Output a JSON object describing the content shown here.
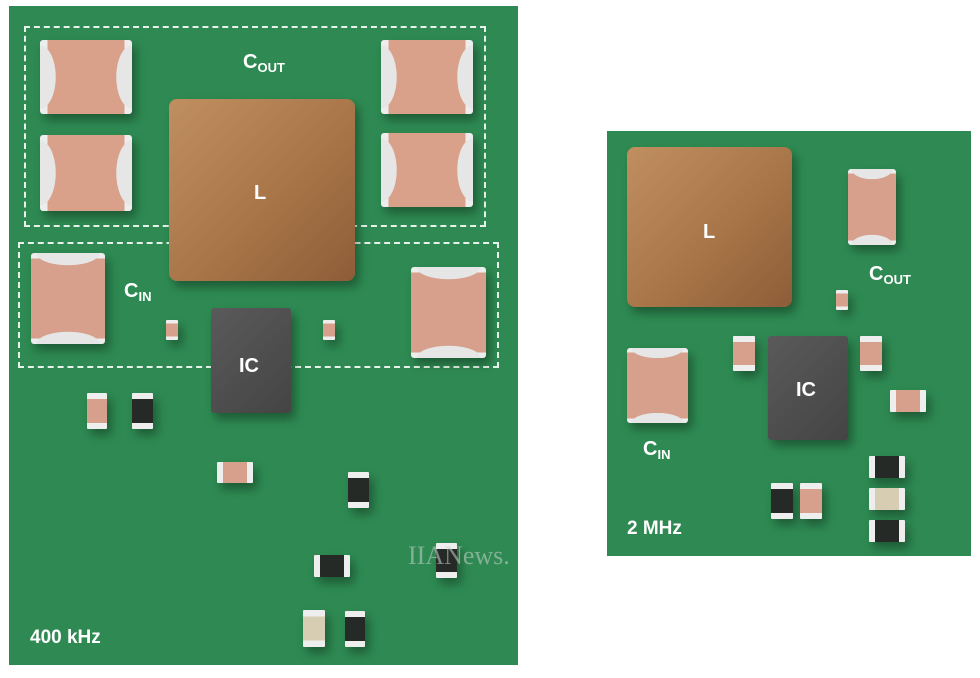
{
  "left_board": {
    "frequency": "400 kHz",
    "labels": {
      "cout_main": "C",
      "cout_sub": "OUT",
      "inductor": "L",
      "cin_main": "C",
      "cin_sub": "IN",
      "ic": "IC"
    }
  },
  "right_board": {
    "frequency": "2 MHz",
    "labels": {
      "cout_main": "C",
      "cout_sub": "OUT",
      "inductor": "L",
      "cin_main": "C",
      "cin_sub": "IN",
      "ic": "IC"
    }
  },
  "watermark": "IIANews.",
  "colors": {
    "pcb": "#2e8a52",
    "inductor": "#a87548",
    "ic": "#4e4e4e",
    "capacitor": "#d6a08c"
  }
}
